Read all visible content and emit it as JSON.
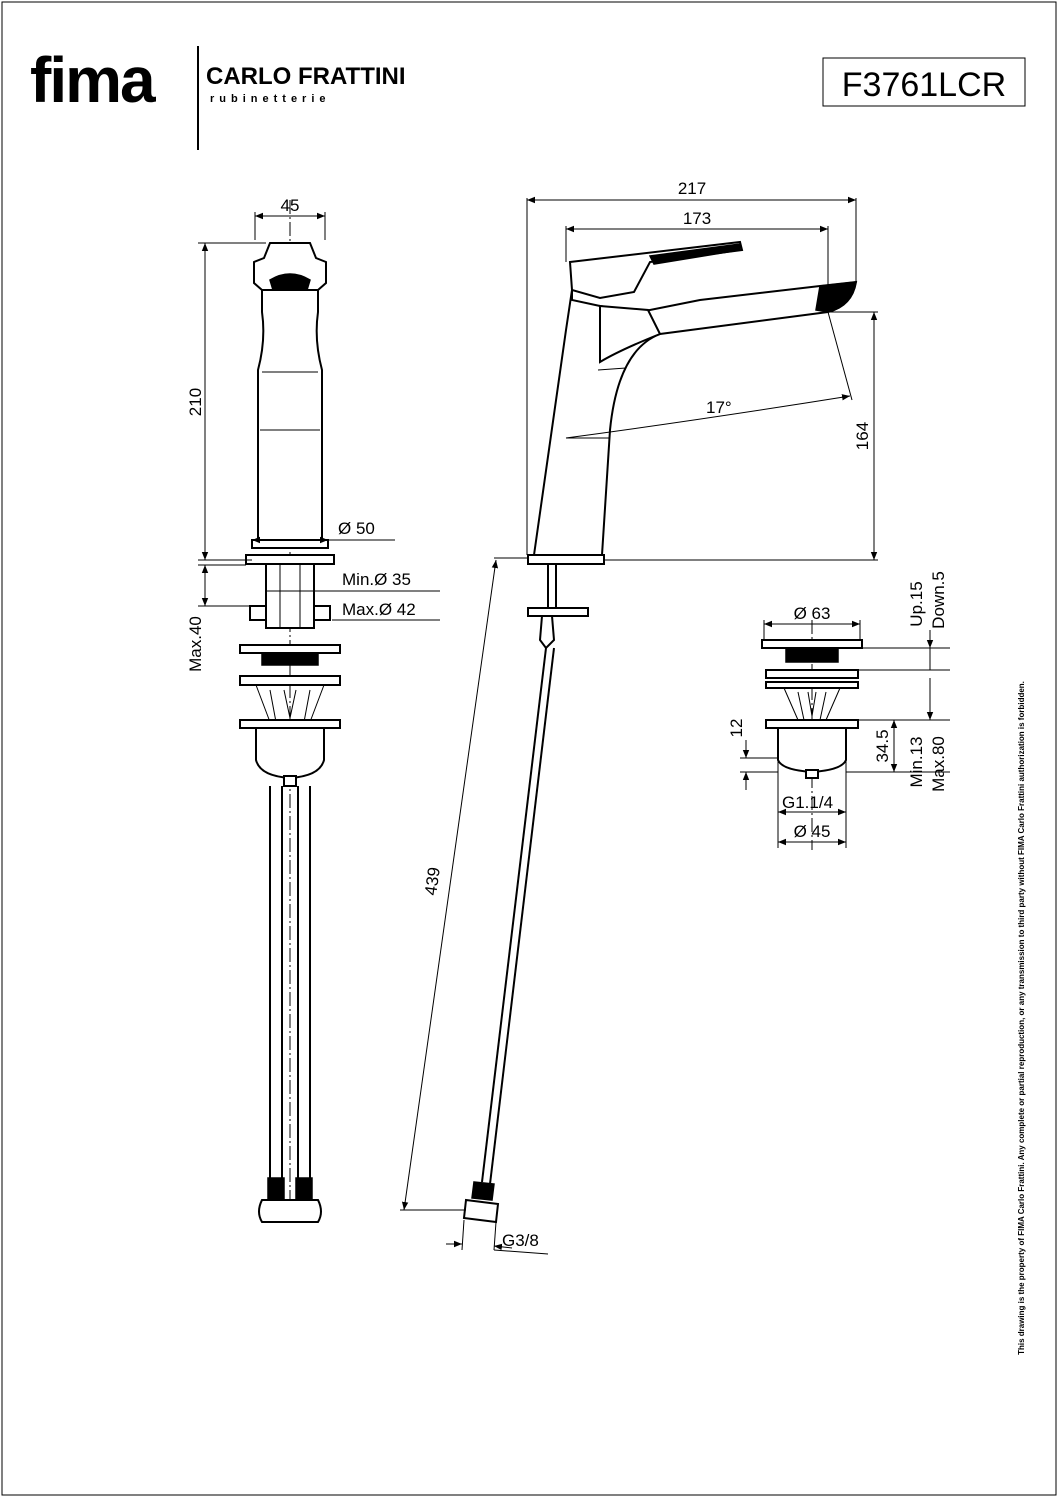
{
  "header": {
    "brand": "fima",
    "brand_secondary": "CARLO FRATTINI",
    "brand_tagline": "rubinetterie",
    "model_code": "F3761LCR"
  },
  "side_view": {
    "width_top": "45",
    "height": "210",
    "base_diameter": "Ø 50",
    "hole_min": "Min.Ø 35",
    "hole_max": "Max.Ø 42",
    "deck_max": "Max.40"
  },
  "profile_view": {
    "overall_width": "217",
    "spout_width": "173",
    "spout_height": "164",
    "angle": "17°",
    "hose_length": "439",
    "hose_thread": "G3/8"
  },
  "waste_view": {
    "head_diameter": "Ø 63",
    "travel_up": "Up.15",
    "travel_down": "Down.5",
    "thread": "G1.1/4",
    "body_diameter": "Ø 45",
    "dim_12": "12",
    "dim_34_5": "34.5",
    "thickness_min": "Min.13",
    "thickness_max": "Max.80"
  },
  "legal_note": "This drawing is the property of FIMA Carlo Frattini. Any complete or partial reproduction, or any transmission to third party without FIMA Carlo Frattini authorization is forbidden."
}
